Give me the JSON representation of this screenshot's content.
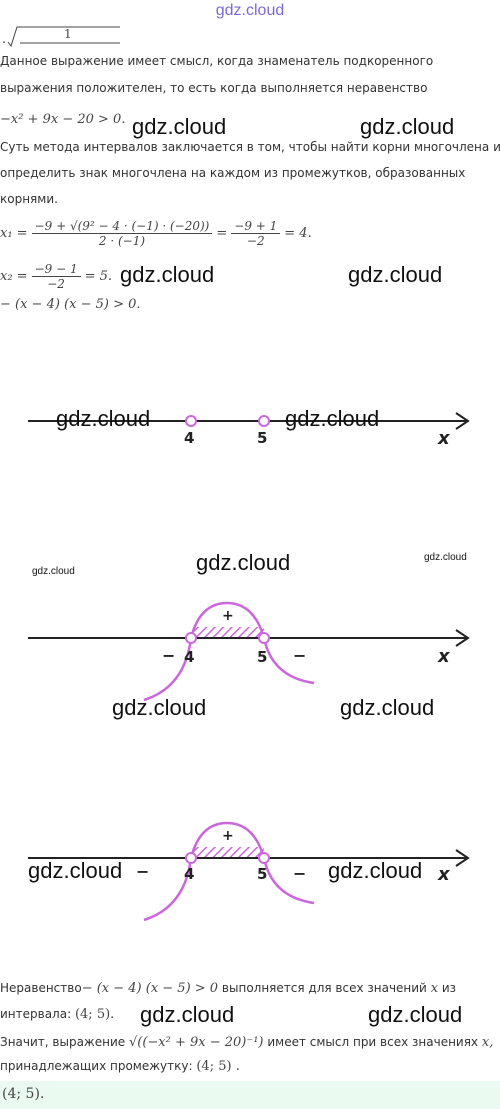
{
  "header": {
    "site_logo": "gdz.cloud"
  },
  "watermark": "gdz.cloud",
  "top_fraction": {
    "prefix": ".",
    "numerator": "1"
  },
  "lines": {
    "intro_1": "Данное выражение имеет смысл, когда знаменатель подкоренного",
    "intro_2": "выражения положителен, то есть когда выполняется неравенство",
    "inequality": "−x² + 9x − 20 > 0.",
    "method_1": "Суть метода интервалов заключается в том, чтобы найти корни многочлена и",
    "method_2": "определить знак многочлена на каждом из промежутков, образованных",
    "method_3": "корнями."
  },
  "x1": {
    "label": "x₁ =",
    "frac1_num": "−9 + √(9² − 4 · (−1) · (−20))",
    "frac1_den": "2 · (−1)",
    "eq": "=",
    "frac2_num": "−9 + 1",
    "frac2_den": "−2",
    "result": "= 4."
  },
  "x2": {
    "label": "x₂ =",
    "frac_num": "−9 − 1",
    "frac_den": "−2",
    "result": "= 5."
  },
  "factored": "− (x − 4) (x − 5) > 0.",
  "number_lines": {
    "point_a": "4",
    "point_b": "5",
    "axis": "x",
    "plus": "+",
    "minus": "−"
  },
  "conclusion": {
    "line1_prefix": "Неравенство",
    "line1_math": "− (x − 4) (x − 5) > 0",
    "line1_suffix": "выполняется для всех значений",
    "line1_var": "x",
    "line1_end": "из",
    "line2_prefix": "интервала:",
    "line2_math": "(4; 5).",
    "line3_prefix": "Значит, выражение",
    "line3_math": "√((−x² + 9x − 20)⁻¹)",
    "line3_suffix": "имеет смысл при всех значениях",
    "line3_var": "x,",
    "line4": "принадлежащих промежутку:",
    "line4_math": "(4; 5) ."
  },
  "answer": "(4; 5).",
  "colors": {
    "curve": "#cc66dd",
    "answer_bg": "#eafaf0",
    "logo": "#7a6ad8"
  }
}
